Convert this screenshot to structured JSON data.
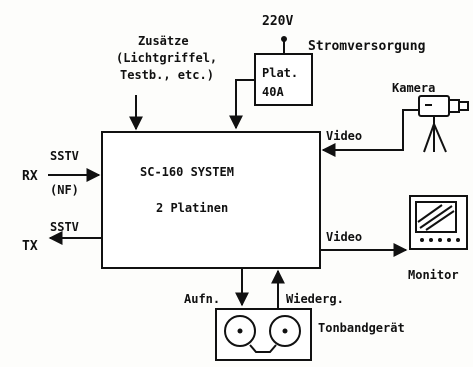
{
  "power": {
    "voltage": "220V",
    "label": "Stromversorgung",
    "board_line1": "Plat.",
    "board_line2": "40A"
  },
  "addons": {
    "line1": "Zusätze",
    "line2": "(Lichtgriffel,",
    "line3": "Testb., etc.)"
  },
  "system": {
    "line1": "SC-160  SYSTEM",
    "line2": "2 Platinen"
  },
  "left": {
    "rx": "RX",
    "tx": "TX",
    "sstv_top": "SSTV",
    "nf": "(NF)",
    "sstv_bottom": "SSTV"
  },
  "camera": {
    "label": "Kamera",
    "video": "Video"
  },
  "monitor": {
    "label": "Monitor",
    "video": "Video"
  },
  "tape": {
    "aufn": "Aufn.",
    "wiederg": "Wiederg.",
    "label": "Tonbandgerät"
  }
}
